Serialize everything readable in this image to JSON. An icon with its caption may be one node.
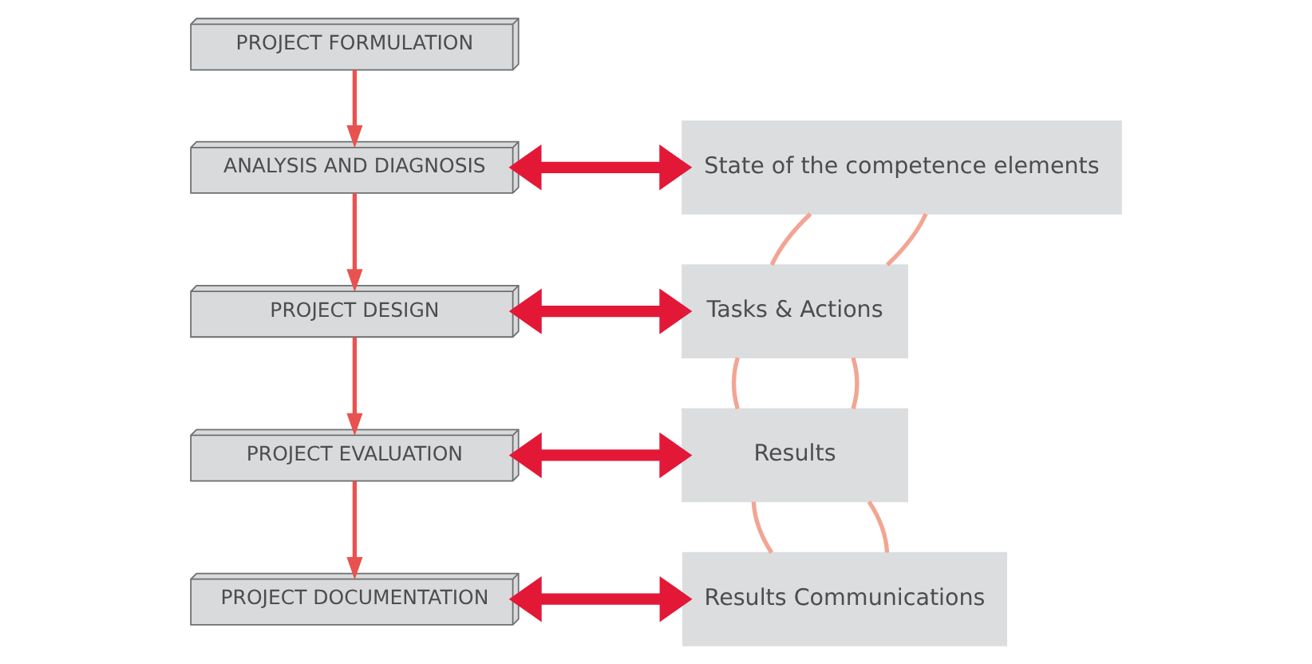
{
  "diagram": {
    "nodes": [
      {
        "text": [
          "PROJECT FORMULATION"
        ]
      },
      {
        "text": [
          "ANALYSIS AND DIAGNOSIS"
        ]
      },
      {
        "text": [
          "PROJECT DESIGN"
        ]
      },
      {
        "text": [
          "PROJECT EVALUATION"
        ]
      },
      {
        "text": [
          "PROJECT DOCUMENTATION"
        ]
      },
      {
        "text": [
          "State of the competence elements"
        ]
      },
      {
        "text": [
          "Tasks & Actions"
        ]
      },
      {
        "text": [
          "Results"
        ]
      },
      {
        "text": [
          "Results Communications"
        ]
      }
    ],
    "edges": [
      {
        "from": 0,
        "to": 1,
        "arrow": "to"
      },
      {
        "from": 1,
        "to": 2,
        "arrow": "to"
      },
      {
        "from": 2,
        "to": 3,
        "arrow": "to"
      },
      {
        "from": 3,
        "to": 4,
        "arrow": "to"
      },
      {
        "from": 1,
        "to": 5,
        "arrow": "both",
        "style": "thick",
        "color": "#e31837"
      },
      {
        "from": 2,
        "to": 6,
        "arrow": "both",
        "style": "thick",
        "color": "#e31837"
      },
      {
        "from": 3,
        "to": 7,
        "arrow": "both",
        "style": "thick",
        "color": "#e31837"
      },
      {
        "from": 4,
        "to": 8,
        "arrow": "both",
        "style": "thick",
        "color": "#e31837"
      },
      {
        "from": 5,
        "to": 6,
        "arrow": "none",
        "color": "#f2a593"
      },
      {
        "from": 5,
        "to": 6,
        "arrow": "none",
        "color": "#f2a593"
      },
      {
        "from": 6,
        "to": 7,
        "arrow": "none",
        "color": "#f2a593"
      },
      {
        "from": 6,
        "to": 7,
        "arrow": "none",
        "color": "#f2a593"
      },
      {
        "from": 7,
        "to": 8,
        "arrow": "none",
        "color": "#f2a593"
      },
      {
        "from": 7,
        "to": 8,
        "arrow": "none",
        "color": "#f2a593"
      }
    ]
  }
}
